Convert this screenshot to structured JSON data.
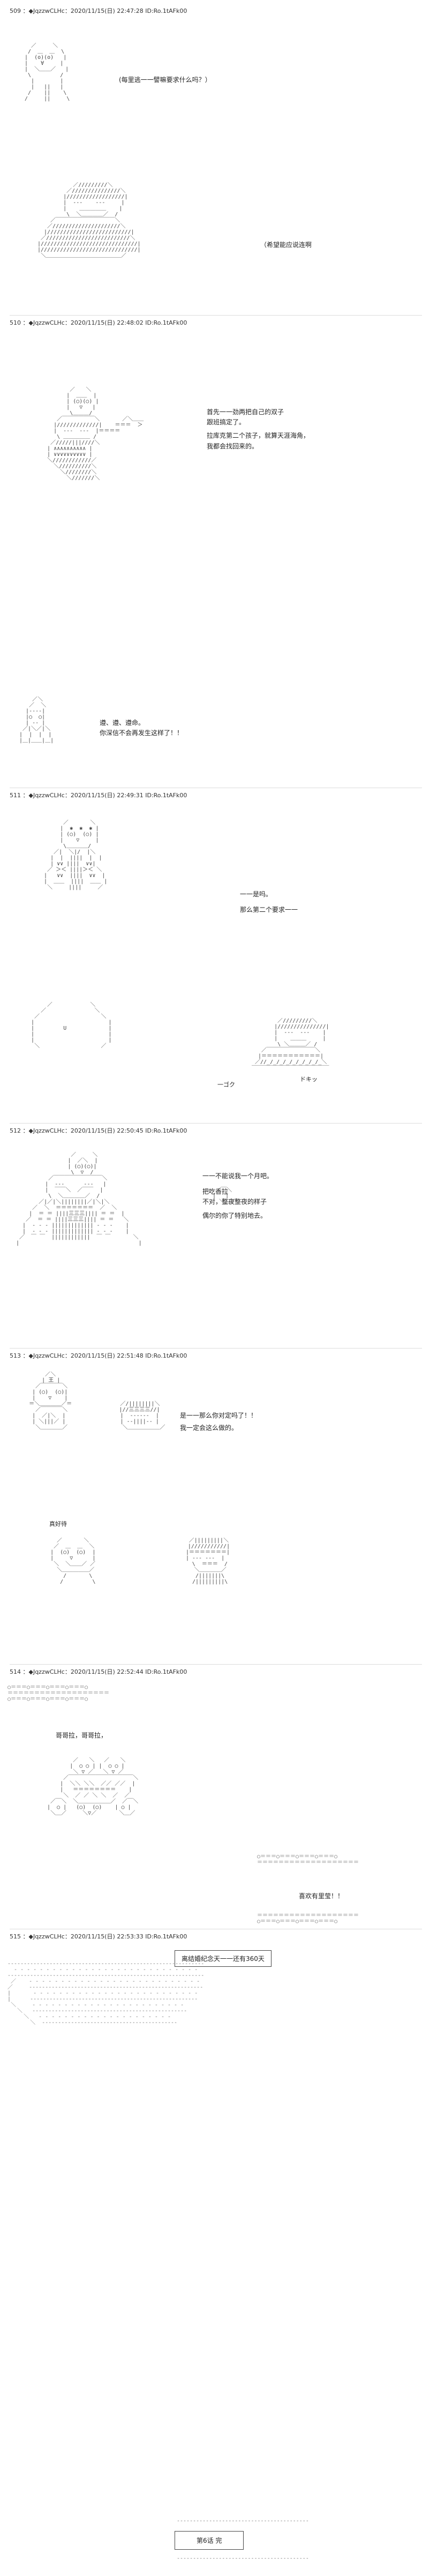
{
  "posts": [
    {
      "header": "509 ：◆JqzzwCLHc：2020/11/15(日) 22:47:28 ID:Ro.1tAFk00",
      "lines": [
        "(每里逃一一譬嘛要求什么吗？）",
        "（希望能应说连啊"
      ]
    },
    {
      "header": "510 ：◆JqzzwCLHc：2020/11/15(日) 22:48:02 ID:Ro.1tAFk00",
      "lines": [
        "首先一一劲两把自己的双子",
        "跟班搞定了。",
        "拉库克第二个孩子，就算天涯海角，",
        "我都会找回来的。",
        "遵、遵、遵命。",
        "你深信不会再发生这样了！！"
      ]
    },
    {
      "header": "511 ：◆JqzzwCLHc：2020/11/15(日) 22:49:31 ID:Ro.1tAFk00",
      "lines": [
        "一一是吗。",
        "那么第二个要求一一",
        "一ゴク",
        "ドキッ"
      ]
    },
    {
      "header": "512 ：◆JqzzwCLHc：2020/11/15(日) 22:50:45 ID:Ro.1tAFk00",
      "lines": [
        "一一不能说我一个月吧。",
        "把吃香拉",
        "不对，整夜整夜的样子",
        "偶尔的你了特别地去。"
      ]
    },
    {
      "header": "513 ：◆JqzzwCLHc：2020/11/15(日) 22:51:48 ID:Ro.1tAFk00",
      "lines": [
        "是一一那么你对定吗了！！",
        "我一定会这么做的。",
        "真好待"
      ]
    },
    {
      "header": "514 ：◆JqzzwCLHc：2020/11/15(日) 22:52:44 ID:Ro.1tAFk00",
      "lines": [
        "哥哥拉，哥哥拉，",
        "喜欢有里莹！！"
      ]
    },
    {
      "header": "515 ：◆JqzzwCLHc：2020/11/15(日) 22:53:33 ID:Ro.1tAFk00",
      "lines": [
        "离结婚纪念天一一还有360天",
        "第6话 完"
      ]
    }
  ]
}
